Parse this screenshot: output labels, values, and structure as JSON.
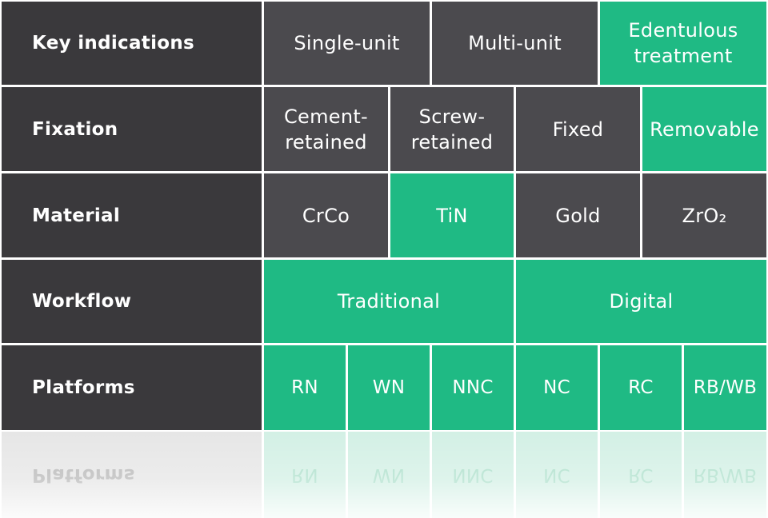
{
  "rows": {
    "key_indications": {
      "label": "Key indications",
      "single_unit": "Single-unit",
      "multi_unit": "Multi-unit",
      "edentulous": "Edentulous\ntreatment"
    },
    "fixation": {
      "label": "Fixation",
      "cement_retained": "Cement-\nretained",
      "screw_retained": "Screw-\nretained",
      "fixed": "Fixed",
      "removable": "Removable"
    },
    "material": {
      "label": "Material",
      "crco": "CrCo",
      "tin": "TiN",
      "gold": "Gold",
      "zro2": "ZrO₂"
    },
    "workflow": {
      "label": "Workflow",
      "traditional": "Traditional",
      "digital": "Digital"
    },
    "platforms": {
      "label": "Platforms",
      "rn": "RN",
      "wn": "WN",
      "nnc": "NNC",
      "nc": "NC",
      "rc": "RC",
      "rbwb": "RB/WB"
    }
  },
  "colors": {
    "label_bg": "#3a393c",
    "dark_cell": "#4b4a4e",
    "highlight_green": "#1fba84",
    "text": "#ffffff"
  }
}
